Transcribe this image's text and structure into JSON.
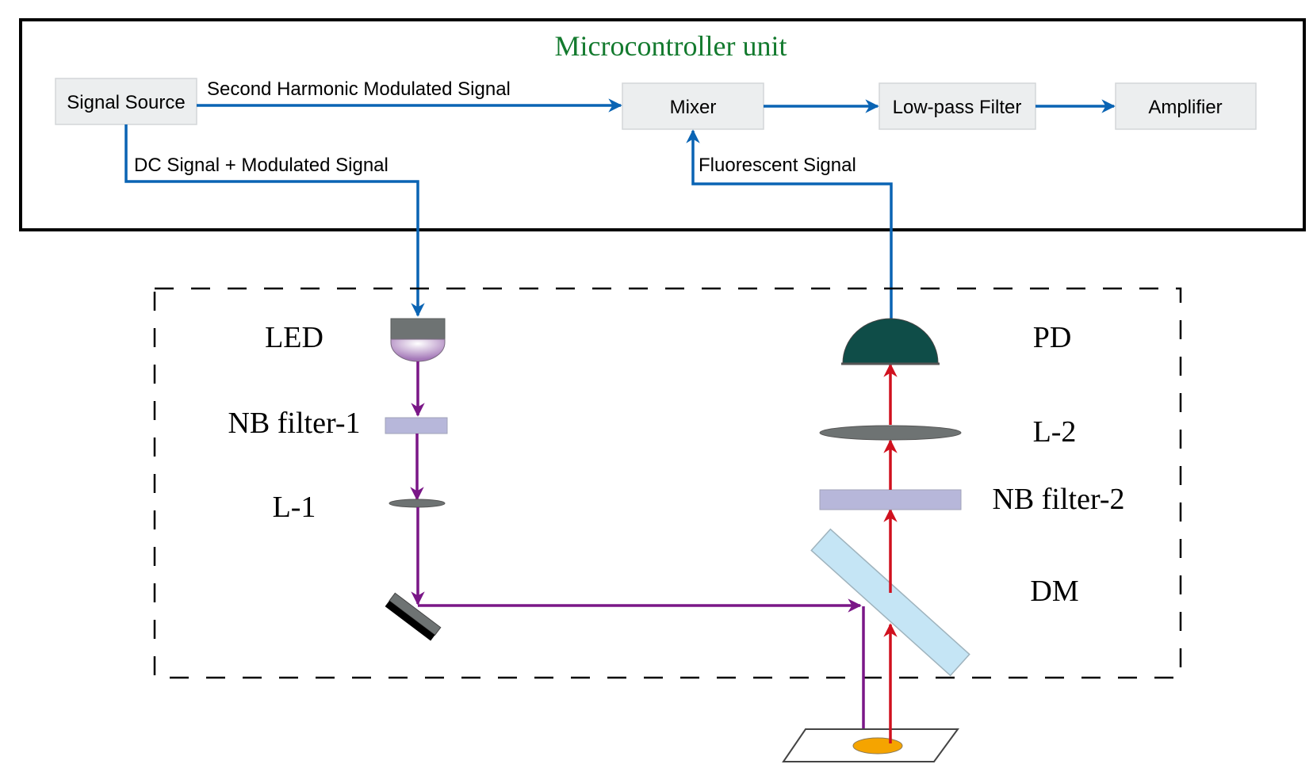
{
  "mcu": {
    "title": "Microcontroller unit",
    "title_color": "#137a2e",
    "blocks": {
      "signal_source": "Signal Source",
      "mixer": "Mixer",
      "low_pass_filter": "Low-pass Filter",
      "amplifier": "Amplifier"
    },
    "signals": {
      "second_harmonic": "Second Harmonic Modulated Signal",
      "dc_modulated": "DC Signal + Modulated Signal",
      "fluorescent": "Fluorescent Signal"
    }
  },
  "optics": {
    "labels": {
      "led": "LED",
      "nb_filter_1": "NB filter-1",
      "l1": "L-1",
      "pd": "PD",
      "l2": "L-2",
      "nb_filter_2": "NB filter-2",
      "dm": "DM"
    }
  },
  "colors": {
    "signal_line": "#0a64b4",
    "excitation_beam": "#7a1787",
    "emission_beam": "#d0101e",
    "block_fill": "#eceeef",
    "filter_fill": "#b7b7da",
    "lens_fill": "#6e7373",
    "dichroic_fill": "#c5e5f5",
    "pd_fill": "#0f4d48",
    "sample_fill": "#f5a400"
  }
}
